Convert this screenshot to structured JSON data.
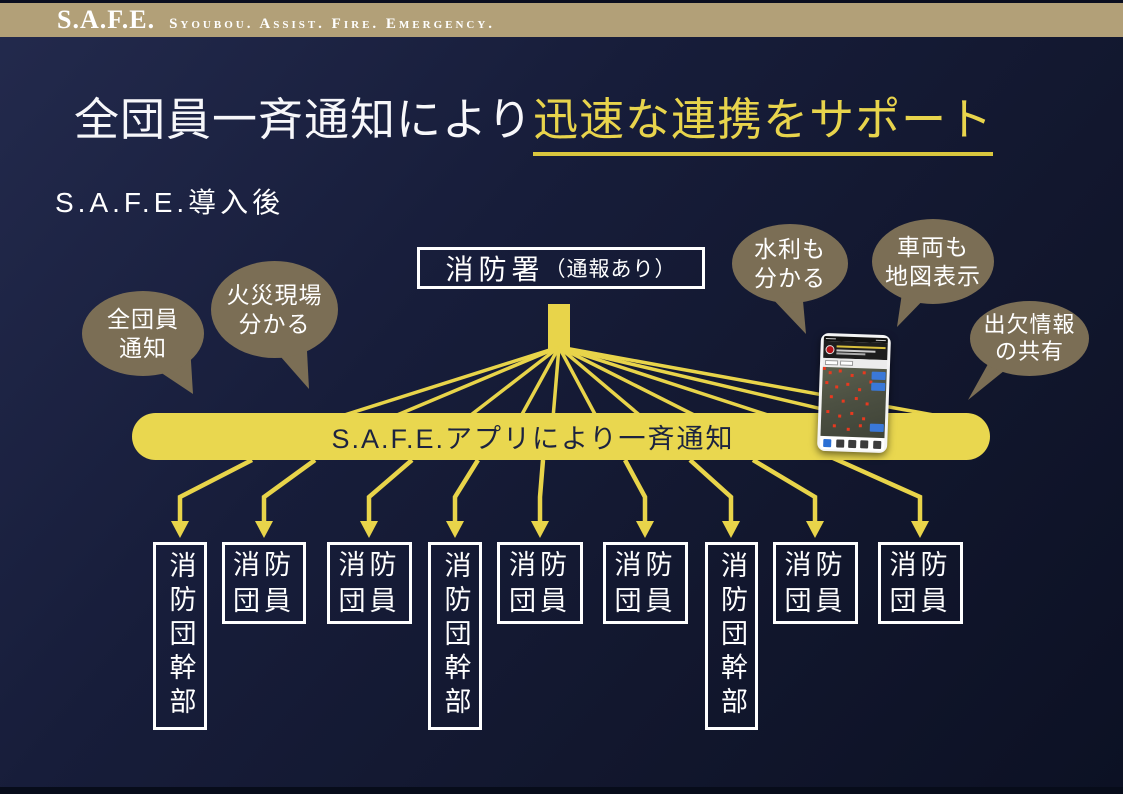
{
  "header": {
    "logo_main": "S.A.F.E.",
    "logo_sub": "Syoubou. Assist. Fire. Emergency."
  },
  "title": {
    "white_part": "全団員一斉通知により",
    "yellow_part": "迅速な連携をサポート"
  },
  "subtitle": "S.A.F.E.導入後",
  "diagram": {
    "fire_station": {
      "name": "消防署",
      "note": "（通報あり）"
    },
    "banner_label": "S.A.F.E.アプリにより一斉通知",
    "bubbles": [
      {
        "id": "all-members-notice",
        "line1": "全団員",
        "line2": "通知"
      },
      {
        "id": "fire-scene-visible",
        "line1": "火災現場",
        "line2": "分かる"
      },
      {
        "id": "water-source-visible",
        "line1": "水利も",
        "line2": "分かる"
      },
      {
        "id": "vehicles-on-map",
        "line1": "車両も",
        "line2": "地図表示"
      },
      {
        "id": "attendance-sharing",
        "line1": "出欠情報",
        "line2": "の共有"
      }
    ],
    "recipients": [
      {
        "kind": "leader",
        "label": "消防団幹部"
      },
      {
        "kind": "member",
        "line1": "消防",
        "line2": "団員"
      },
      {
        "kind": "member",
        "line1": "消防",
        "line2": "団員"
      },
      {
        "kind": "leader",
        "label": "消防団幹部"
      },
      {
        "kind": "member",
        "line1": "消防",
        "line2": "団員"
      },
      {
        "kind": "member",
        "line1": "消防",
        "line2": "団員"
      },
      {
        "kind": "leader",
        "label": "消防団幹部"
      },
      {
        "kind": "member",
        "line1": "消防",
        "line2": "団員"
      },
      {
        "kind": "member",
        "line1": "消防",
        "line2": "団員"
      }
    ]
  },
  "colors": {
    "header_tan": "#b2a078",
    "accent_yellow": "#e8d44c",
    "banner_yellow": "#e9d74f",
    "bubble_brown": "#7b6e55",
    "background_navy": "#151b36",
    "text_white": "#ffffff",
    "banner_text_navy": "#1c2340",
    "marker_red": "#e8391f"
  }
}
